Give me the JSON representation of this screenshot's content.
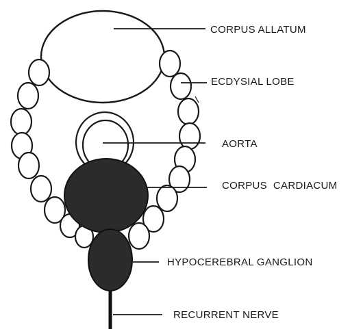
{
  "labels": {
    "corpus_allatum": "CORPUS ALLATUM",
    "ecdysial_lobe": "ECDYSIAL LOBE",
    "aorta": "AORTA",
    "corpus_cardiacum": "CORPUS  CARDIACUM",
    "hypocerebral_ganglion": "HYPOCEREBRAL GANGLION",
    "recurrent_nerve": "RECURRENT NERVE"
  },
  "colors": {
    "ink": "#1a1a1a",
    "dark_fill": "#2b2b2b",
    "background": "#ffffff"
  }
}
